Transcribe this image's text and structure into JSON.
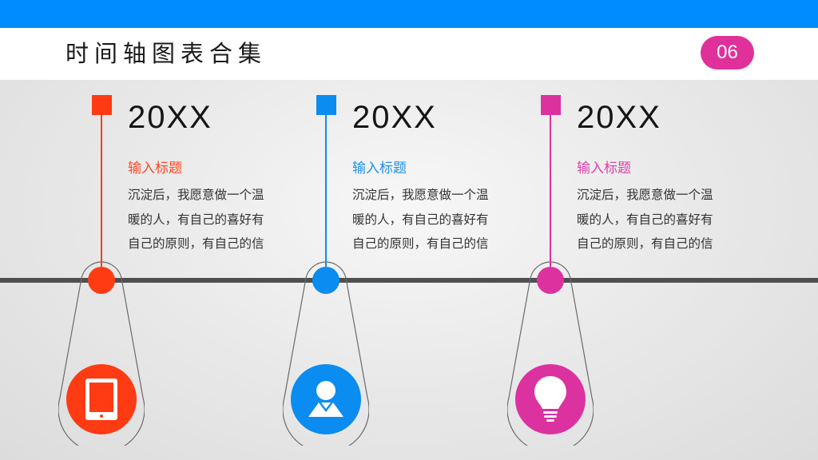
{
  "header": {
    "title": "时间轴图表合集",
    "page_number": "06"
  },
  "colors": {
    "top_bar": "#008cff",
    "badge": "#e0309a",
    "timeline": "#4f4f4f"
  },
  "timeline": {
    "items": [
      {
        "year": "20XX",
        "subtitle": "输入标题",
        "body_lines": [
          "沉淀后，我愿意做一个温",
          "暖的人，有自己的喜好有",
          "自己的原则，有自己的信"
        ],
        "color": "#ff3b14",
        "icon": "tablet-icon"
      },
      {
        "year": "20XX",
        "subtitle": "输入标题",
        "body_lines": [
          "沉淀后，我愿意做一个温",
          "暖的人，有自己的喜好有",
          "自己的原则，有自己的信"
        ],
        "color": "#0a8cf0",
        "icon": "user-icon"
      },
      {
        "year": "20XX",
        "subtitle": "输入标题",
        "body_lines": [
          "沉淀后，我愿意做一个温",
          "暖的人，有自己的喜好有",
          "自己的原则，有自己的信"
        ],
        "color": "#dc32a0",
        "icon": "lightbulb-icon"
      }
    ]
  }
}
